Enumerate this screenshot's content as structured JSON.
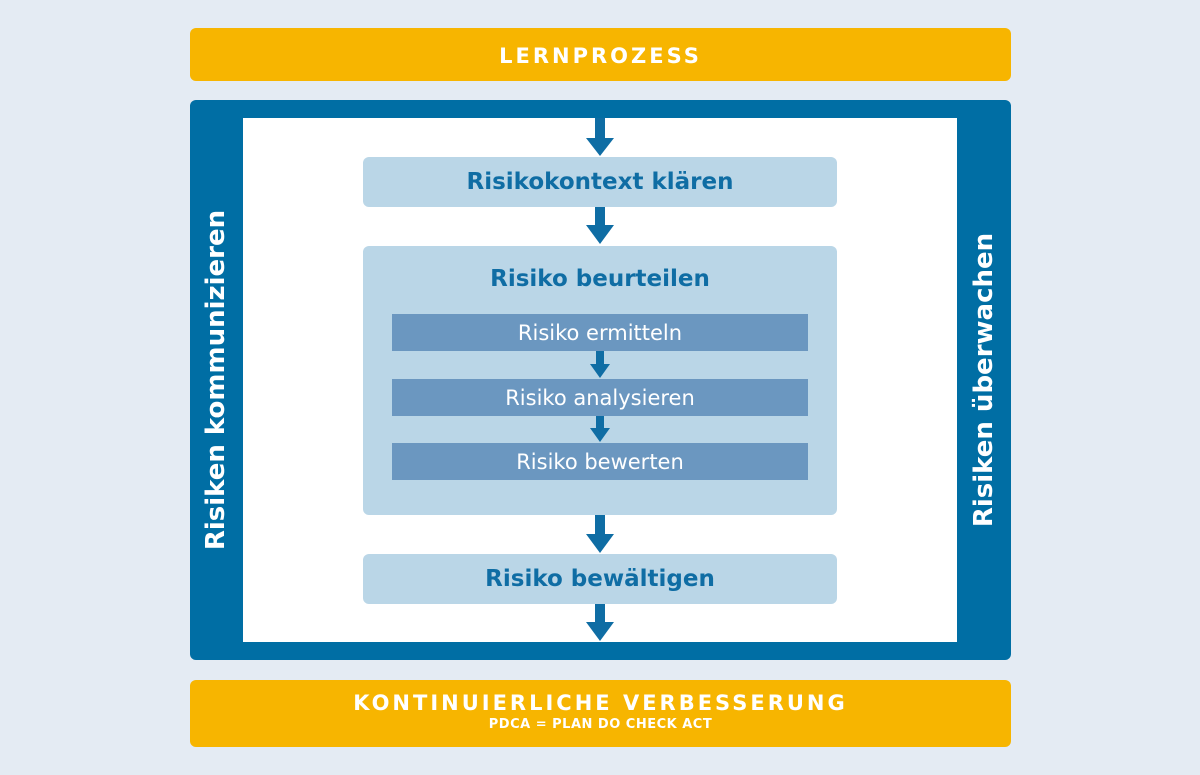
{
  "top_bar": {
    "title": "LERNPROZESS"
  },
  "side": {
    "left_label": "Risiken kommunizieren",
    "right_label": "Risiken überwachen"
  },
  "process": {
    "context": "Risikokontext klären",
    "assess": {
      "title": "Risiko beurteilen",
      "steps": [
        "Risiko ermitteln",
        "Risiko analysieren",
        "Risiko bewerten"
      ]
    },
    "treat": "Risiko bewältigen"
  },
  "bottom_bar": {
    "title": "KONTINUIERLICHE VERBESSERUNG",
    "subtitle": "PDCA = PLAN DO CHECK ACT"
  },
  "colors": {
    "background": "#e4ebf3",
    "accent_yellow": "#f7b500",
    "frame_blue": "#006ea4",
    "box_light_blue": "#bad6e7",
    "step_blue": "#6b97c0",
    "text_blue": "#0f6da4"
  }
}
